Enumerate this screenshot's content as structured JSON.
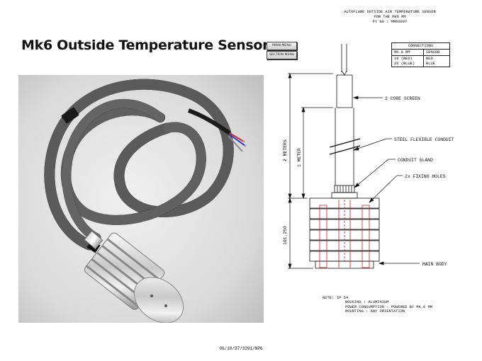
{
  "page": {
    "title": "Mk6 Outside Temperature Sensor"
  },
  "nav": {
    "main_menu": "MAIN MENU",
    "section_menu": "SECTION MENU"
  },
  "drawing": {
    "header_line1": "AUTOFLAME OUTSIDE AIR TEMPERATURE SENSOR",
    "header_line2": "FOR THE MK6 MM",
    "header_line3": "Pt No : MM60007",
    "connections": {
      "title": "CONNECTIONS",
      "col1": "MK.6 MM",
      "col2": "SENSOR",
      "terminals_1": "19 (RED)",
      "terminals_2": "20 (BLUE)",
      "sensor_1": "RED",
      "sensor_2": "BLUE"
    },
    "labels": {
      "screen": "2 CORE SCREEN",
      "conduit": "STEEL FLEXIBLE CONDUIT",
      "gland": "CONDUIT GLAND",
      "holes": "2x FIXING HOLES",
      "body": "MAIN BODY"
    },
    "dimensions": {
      "two_meters": "2 METERS",
      "one_meter": "1 METER",
      "body_height": "101.250"
    },
    "notes": {
      "label": "NOTE:",
      "line1": "IP 54",
      "line2": "HOUSING : ALUMINIUM",
      "line3": "POWER CONSUMPTION : POWERED BY MK.6 MM",
      "line4": "MOUNTING : ANY ORIENTATION"
    }
  },
  "footer": {
    "ref": "06/10/97/3391/NPG"
  },
  "colors": {
    "accent_red": "#cc1f1f",
    "ink": "#111111",
    "photo_bg": "#d6d6d6"
  }
}
